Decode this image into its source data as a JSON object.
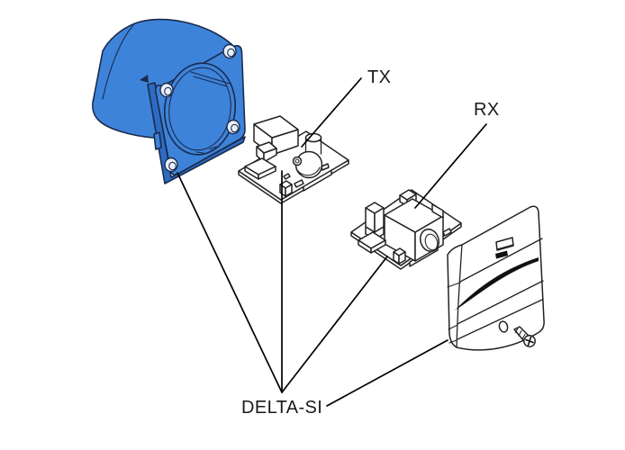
{
  "labels": {
    "tx": "TX",
    "rx": "RX",
    "model": "DELTA-SI"
  },
  "colors": {
    "housing_blue": "#3E83DA",
    "housing_blue_shade": "#2D6BC2",
    "housing_outline": "#1A2B4C",
    "part_outline": "#222222",
    "leader": "#000000",
    "swoosh": "#111111",
    "background": "#FFFFFF"
  }
}
